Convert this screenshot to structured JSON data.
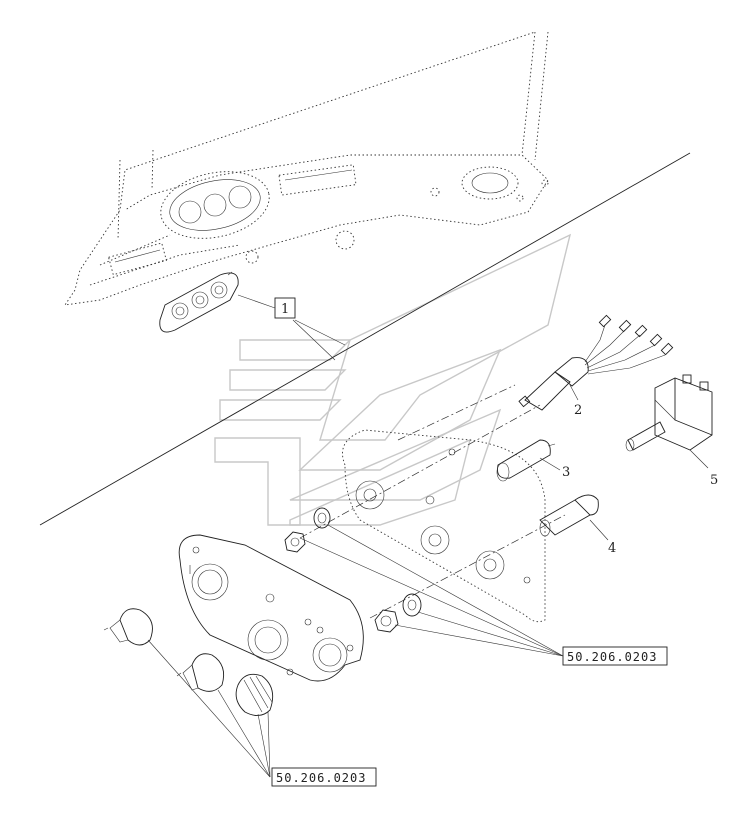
{
  "callouts": {
    "item_1": "1",
    "item_2": "2",
    "item_3": "3",
    "item_4": "4",
    "item_5": "5"
  },
  "references": {
    "ref_right": "50.206.0203",
    "ref_bottom": "50.206.0203"
  },
  "colors": {
    "line": "#222222",
    "watermark": "#c8c8c8",
    "background": "#ffffff"
  }
}
